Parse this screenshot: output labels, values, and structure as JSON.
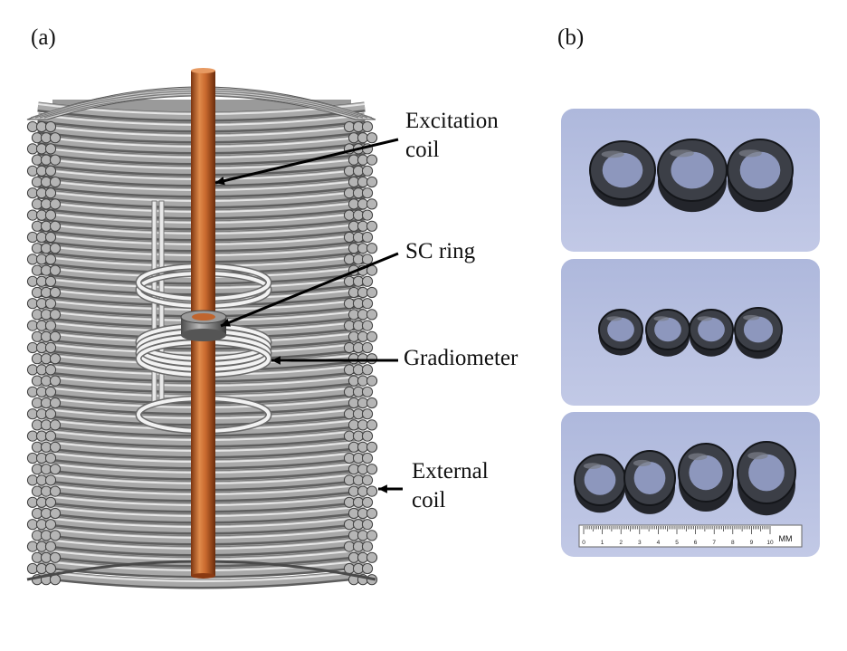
{
  "panel_a": {
    "label": "(a)",
    "callouts": [
      {
        "id": "excitation",
        "lines": [
          "Excitation",
          "coil"
        ]
      },
      {
        "id": "scring",
        "lines": [
          "SC ring"
        ]
      },
      {
        "id": "gradiometer",
        "lines": [
          "Gradiometer"
        ]
      },
      {
        "id": "external",
        "lines": [
          "External",
          "coil"
        ]
      }
    ]
  },
  "panel_b": {
    "label": "(b)",
    "photo_rows": [
      {
        "ring_count": 3
      },
      {
        "ring_count": 4
      },
      {
        "ring_count": 4
      }
    ],
    "ruler": {
      "unit": "MM",
      "ticks": [
        "0",
        "1",
        "2",
        "3",
        "4",
        "5",
        "6",
        "7",
        "8",
        "9",
        "10"
      ]
    }
  },
  "colors": {
    "copper": "#c0652e",
    "coil_grey": "#a8a8a8",
    "photo_bg": "#b7c0df",
    "ring_dark": "#3c3f47"
  }
}
